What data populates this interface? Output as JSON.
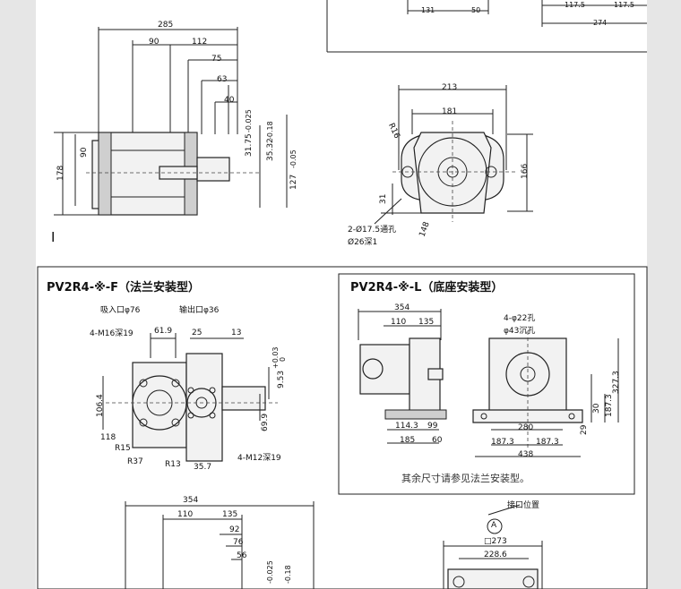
{
  "top": {
    "side_view_dims": [
      "285",
      "90",
      "112",
      "75",
      "63",
      "40",
      "178",
      "90",
      "31.75",
      "-0.025",
      "35.32",
      "-0.18",
      "127",
      "-0.05"
    ],
    "front_view_dims": [
      "213",
      "181",
      "R16",
      "166",
      "31",
      "148"
    ],
    "top_right_dims": [
      "131",
      "50",
      "117.5",
      "117.5",
      "274"
    ],
    "hole_note_1": "2-Ø17.5通孔",
    "hole_note_2": "Ø26深1",
    "corner_mark": "I"
  },
  "flange": {
    "title": "PV2R4-※-F（法兰安装型）",
    "suction_label": "吸入口φ76",
    "discharge_label": "输出口φ36",
    "m16_label": "4-M16深19",
    "m12_label": "4-M12深19",
    "dims": [
      "61.9",
      "25",
      "13",
      "106.4",
      "118",
      "R15",
      "R37",
      "R13",
      "35.7",
      "9.53",
      "+0.03",
      "0",
      "69.9"
    ]
  },
  "foot": {
    "title": "PV2R4-※-L（底座安装型）",
    "dims": [
      "354",
      "110",
      "135",
      "114.3",
      "99",
      "185",
      "60",
      "280",
      "187.3",
      "187.3",
      "438",
      "29",
      "30",
      "187.3",
      "327.3"
    ],
    "hole_label_1": "4-φ22孔",
    "hole_label_2": "φ43沉孔",
    "note": "其余尺寸请参见法兰安装型。"
  },
  "bottom": {
    "dims_left": [
      "354",
      "110",
      "135",
      "92",
      "76",
      "56",
      "-0.025",
      "-0.18"
    ],
    "port_position_label": "接口位置",
    "port_marker": "A",
    "dims_right": [
      "□273",
      "228.6"
    ]
  }
}
